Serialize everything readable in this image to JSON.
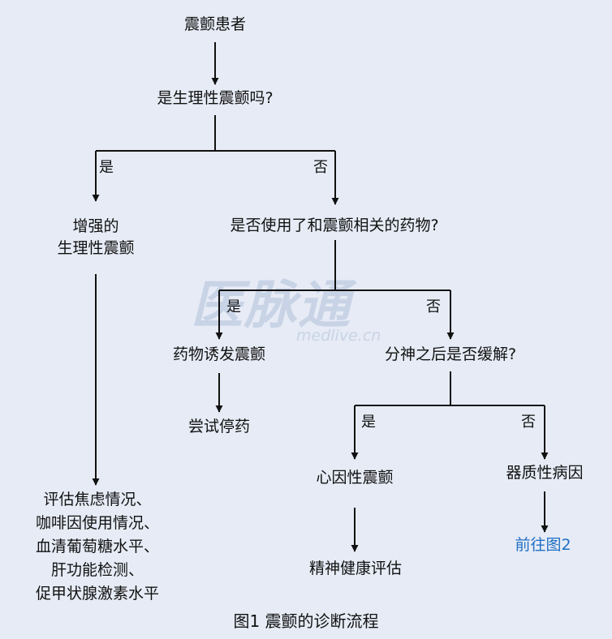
{
  "nodes": {
    "start": "震颤患者",
    "q1": "是生理性震颤吗?",
    "enhanced_line1": "增强的",
    "enhanced_line2": "生理性震颤",
    "q2": "是否使用了和震颤相关的药物?",
    "drug_induced": "药物诱发震颤",
    "stop_drug": "尝试停药",
    "q3": "分神之后是否缓解?",
    "psychogenic": "心因性震颤",
    "mental_eval": "精神健康评估",
    "organic": "器质性病因",
    "goto_fig2": "前往图2",
    "eval_lines": [
      "评估焦虑情况、",
      "咖啡因使用情况、",
      "血清葡萄糖水平、",
      "肝功能检测、",
      "促甲状腺激素水平"
    ]
  },
  "branches": {
    "yes": "是",
    "no": "否"
  },
  "watermark": {
    "cn": "医脉通",
    "en": "medlive.cn"
  },
  "caption": "图1  震颤的诊断流程",
  "colors": {
    "background": "#e6ebf5",
    "line": "#111111",
    "link": "#1f6fc5",
    "watermark": "#c8d3e6"
  }
}
